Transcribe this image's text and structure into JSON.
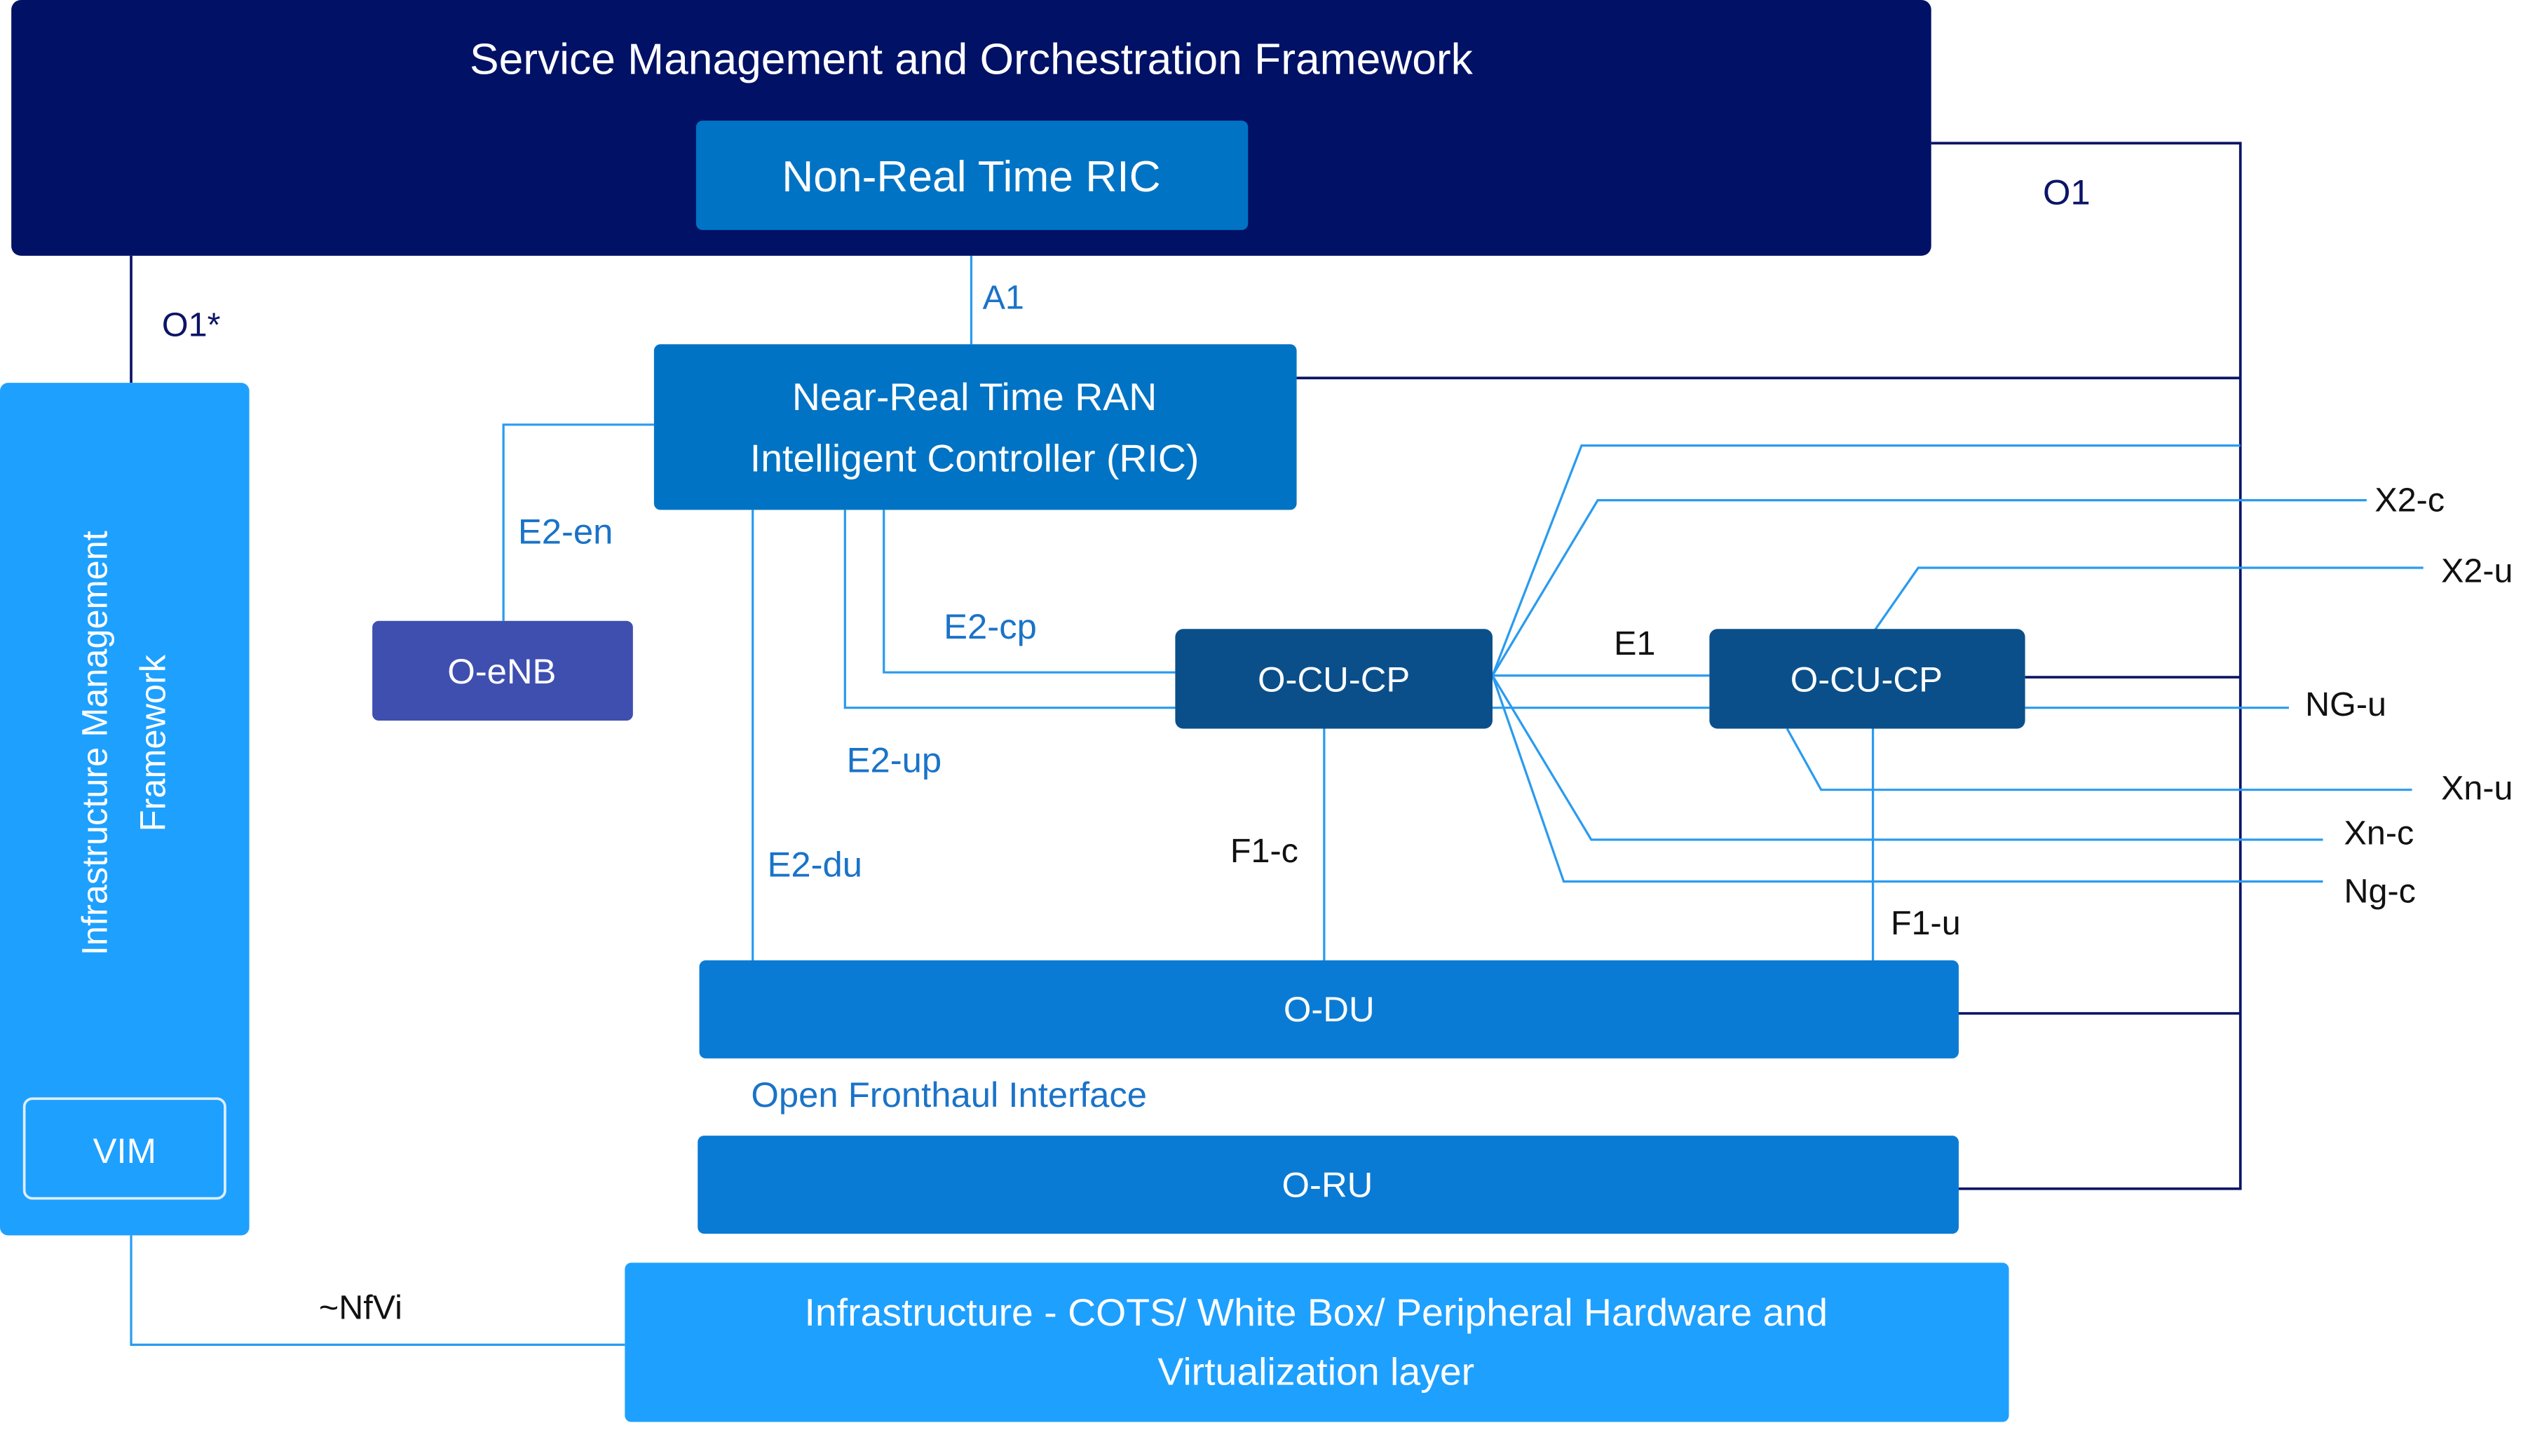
{
  "colors": {
    "navy": "#001166",
    "mid_blue": "#0073c4",
    "dark_blue": "#0a4f8a",
    "light_blue": "#1ea0ff",
    "enb_purple": "#3f4fb0",
    "line_light": "#2a9bef",
    "line_navy": "#0b1466"
  },
  "nodes": {
    "smo": "Service Management and Orchestration Framework",
    "non_rt_ric": "Non-Real Time RIC",
    "near_rt_ric_line1": "Near-Real Time RAN",
    "near_rt_ric_line2": "Intelligent Controller (RIC)",
    "o_enb": "O-eNB",
    "o_cu_cp_1": "O-CU-CP",
    "o_cu_cp_2": "O-CU-CP",
    "o_du": "O-DU",
    "o_ru": "O-RU",
    "imf_line1": "Infrastructure Management",
    "imf_line2": "Framework",
    "vim": "VIM",
    "infra_line1": "Infrastructure - COTS/ White Box/ Peripheral Hardware and",
    "infra_line2": "Virtualization layer"
  },
  "interfaces": {
    "o1": "O1",
    "o1_star": "O1*",
    "a1": "A1",
    "e2_en": "E2-en",
    "e2_cp": "E2-cp",
    "e2_up": "E2-up",
    "e2_du": "E2-du",
    "e1": "E1",
    "f1_c": "F1-c",
    "f1_u": "F1-u",
    "x2_c": "X2-c",
    "x2_u": "X2-u",
    "ng_u": "NG-u",
    "xn_u": "Xn-u",
    "xn_c": "Xn-c",
    "ng_c": "Ng-c",
    "nfvi": "~NfVi",
    "open_fronthaul": "Open Fronthaul Interface"
  }
}
